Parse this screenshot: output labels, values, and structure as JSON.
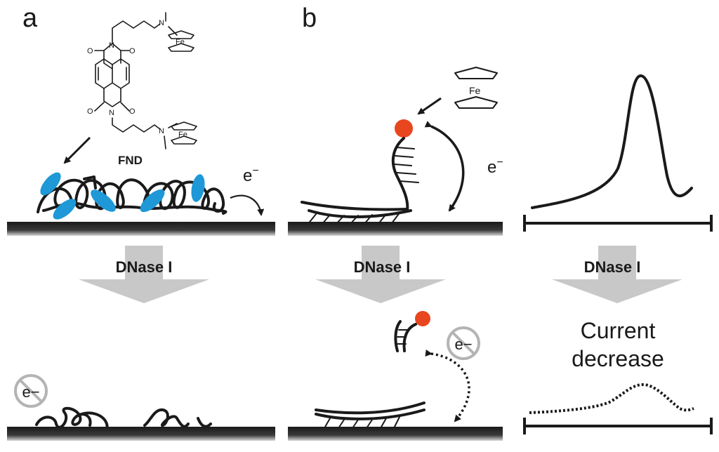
{
  "panels": {
    "a_label": "a",
    "b_label": "b"
  },
  "molecule": {
    "name": "FND",
    "metal_top": "Fe",
    "metal_bottom": "Fe",
    "atom_n": "N",
    "atom_o": "O"
  },
  "ferrocene_label": "Fe",
  "electron": {
    "label_a": "e",
    "label_a_sup": "−",
    "label_b": "e",
    "label_b_sup": "−",
    "blocked_label": "e−"
  },
  "treatment": {
    "label_a": "DNase I",
    "label_b": "DNase I",
    "label_c": "DNase I"
  },
  "result": {
    "line1": "Current",
    "line2": "decrease"
  },
  "colors": {
    "fnd_blue": "#1e98d7",
    "ferrocene_red": "#e8461e",
    "arrow_gray": "#c8c8c8",
    "surface": "#262626",
    "block_gray": "#b4b4b4"
  }
}
